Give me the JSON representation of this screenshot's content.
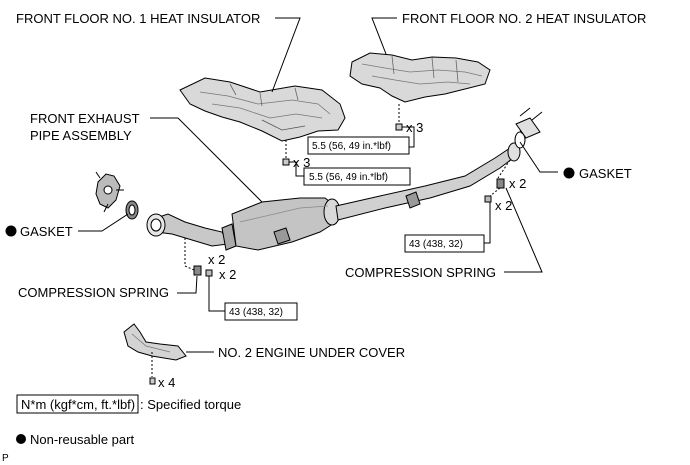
{
  "labels": {
    "front_floor_no1": "FRONT FLOOR NO. 1 HEAT INSULATOR",
    "front_floor_no2": "FRONT FLOOR NO. 2  HEAT INSULATOR",
    "front_exhaust_line1": "FRONT EXHAUST",
    "front_exhaust_line2": "PIPE ASSEMBLY",
    "gasket_right": "GASKET",
    "gasket_left": "GASKET",
    "compression_spring_left": "COMPRESSION SPRING",
    "compression_spring_right": "COMPRESSION SPRING",
    "engine_under_cover": "NO. 2 ENGINE UNDER COVER"
  },
  "torques": {
    "insulator_no2": "5.5 (56, 49 in.*lbf)",
    "insulator_no1": "5.5 (56, 49 in.*lbf)",
    "spring_left": "43 (438, 32)",
    "spring_right": "43 (438, 32)"
  },
  "quantities": {
    "insulator_no2_bolts": "x 3",
    "insulator_no1_bolts": "x 3",
    "left_nuts": "x 2",
    "left_bolts": "x 2",
    "right_nuts": "x 2",
    "right_bolts": "x 2",
    "cover_bolts": "x 4"
  },
  "legend": {
    "torque_units": "N*m (kgf*cm, ft.*lbf)",
    "torque_desc": ": Specified torque",
    "non_reusable": "Non-reusable part"
  },
  "corner_mark": "P",
  "colors": {
    "line": "#000000",
    "part_fill": "#d9d9d9",
    "part_dark": "#9a9a9a",
    "background": "#ffffff"
  }
}
